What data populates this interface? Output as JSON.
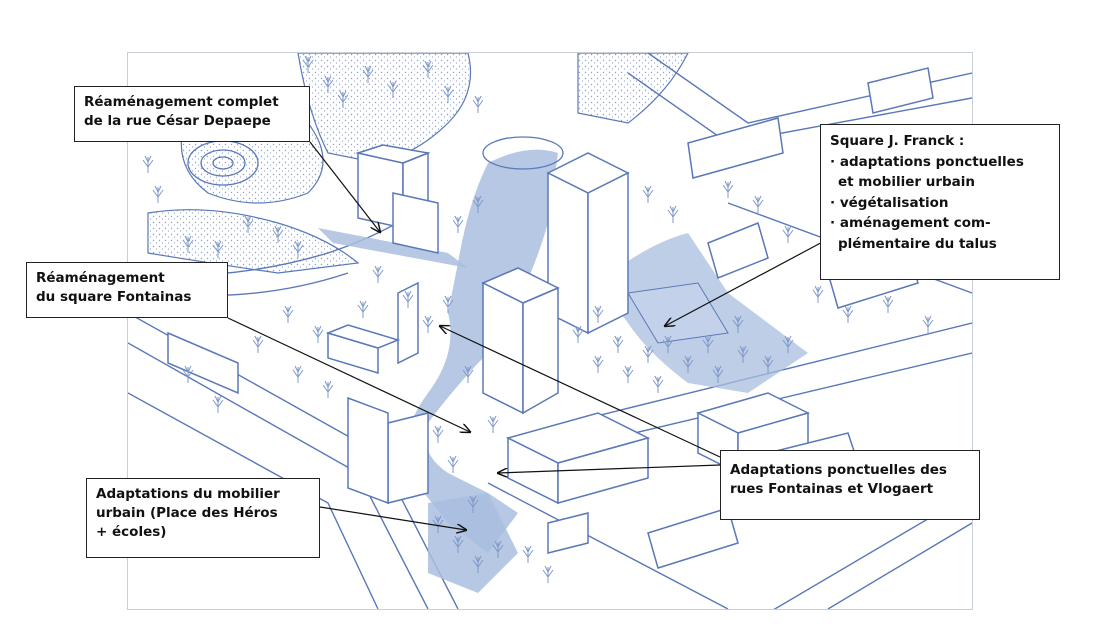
{
  "colors": {
    "sketch_line": "#5a78b8",
    "highlight_fill": "#a9bedf",
    "tree": "#7f98c9",
    "box_border": "#222222",
    "arrow": "#111111"
  },
  "callouts": {
    "cesar_depaepe": {
      "line1": "Réaménagement complet",
      "line2": "de la rue César Depaepe"
    },
    "fontainas_square": {
      "line1": "Réaménagement",
      "line2": "du square Fontainas"
    },
    "mobilier": {
      "line1": "Adaptations du mobilier",
      "line2": "urbain (Place des Héros",
      "line3": "+ écoles)"
    },
    "franck": {
      "title": "Square J. Franck :",
      "item1": "· adaptations ponctuelles",
      "item1b": "et mobilier urbain",
      "item2": "· végétalisation",
      "item3": "· aménagement com-",
      "item3b": "plémentaire du talus"
    },
    "rues": {
      "line1": "Adaptations ponctuelles des",
      "line2": "rues Fontainas et Vlogaert"
    }
  }
}
